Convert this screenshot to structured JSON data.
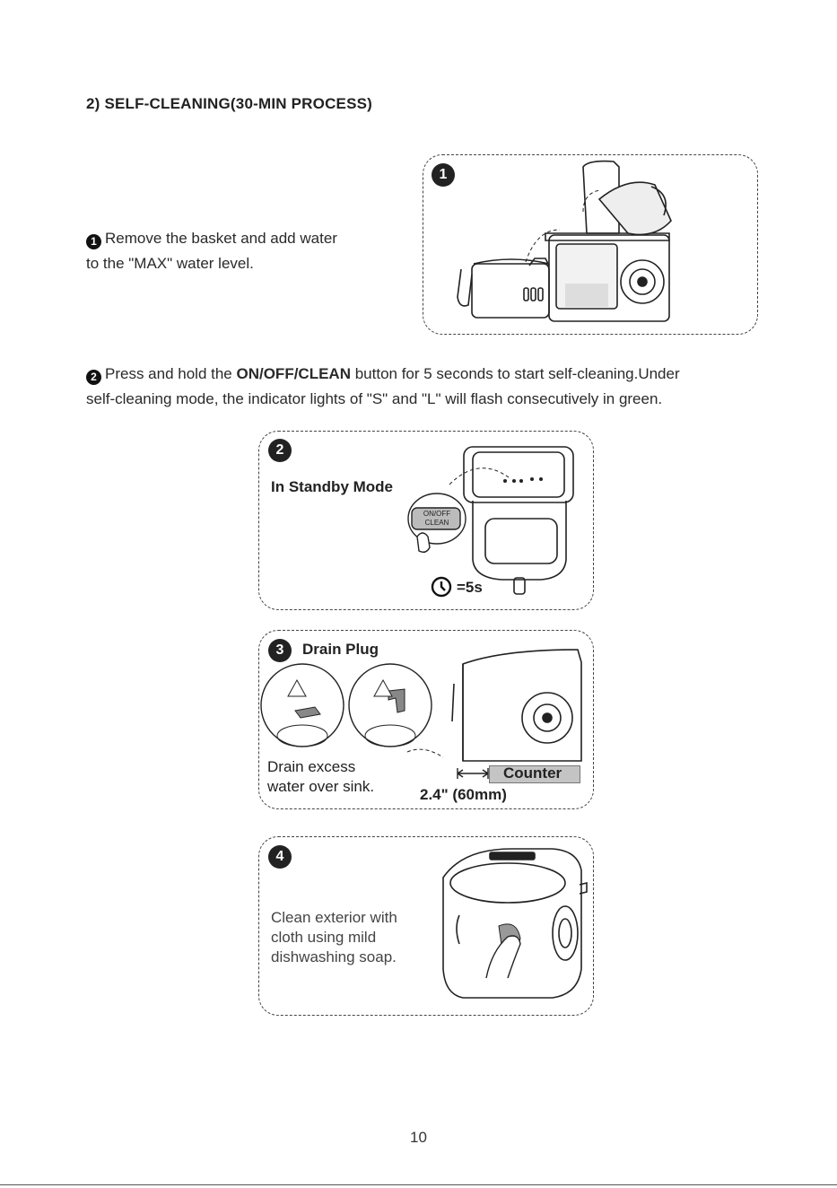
{
  "heading": "2) SELF-CLEANING(30-MIN PROCESS)",
  "step1": {
    "marker": "1",
    "line1": "Remove the basket and add water",
    "line2": "to the \"MAX\" water level."
  },
  "step2": {
    "marker": "2",
    "pre": "Press and hold the ",
    "bold": "ON/OFF/CLEAN",
    "post": " button for 5 seconds to start self-cleaning.Under",
    "line2": "self-cleaning mode, the indicator lights of \"S\" and \"L\" will flash consecutively in green."
  },
  "panel1": {
    "badge": "1"
  },
  "panel2": {
    "badge": "2",
    "title": "In Standby Mode",
    "button_line1": "ON/OFF",
    "button_line2": "CLEAN",
    "timer": "=5s"
  },
  "panel3": {
    "badge": "3",
    "title": "Drain Plug",
    "caption_line1": "Drain excess",
    "caption_line2": "water over sink.",
    "counter_label": "Counter",
    "distance": "2.4\" (60mm)"
  },
  "panel4": {
    "badge": "4",
    "line1": "Clean exterior with",
    "line2": "cloth using mild",
    "line3": "dishwashing soap."
  },
  "page_number": "10"
}
